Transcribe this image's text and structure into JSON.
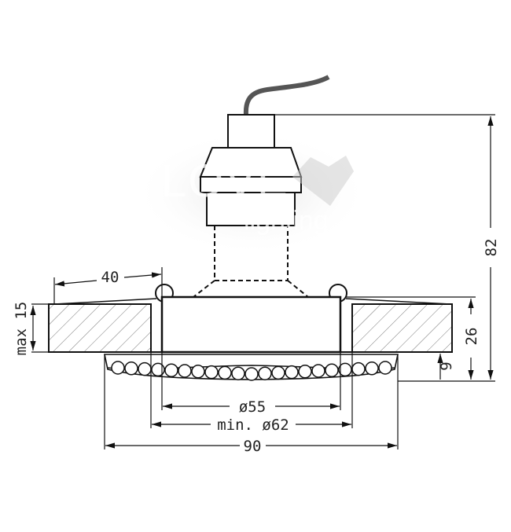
{
  "drawing": {
    "dimensions": {
      "flange_width": "40",
      "max_ceiling": "max 15",
      "housing_diameter": "ø55",
      "cutout_diameter": "min. ø62",
      "outer_diameter": "90",
      "trim_height": "9",
      "visible_height": "26",
      "total_height": "82"
    },
    "watermark": {
      "line1": "LOVE",
      "line2": "lighting"
    }
  }
}
